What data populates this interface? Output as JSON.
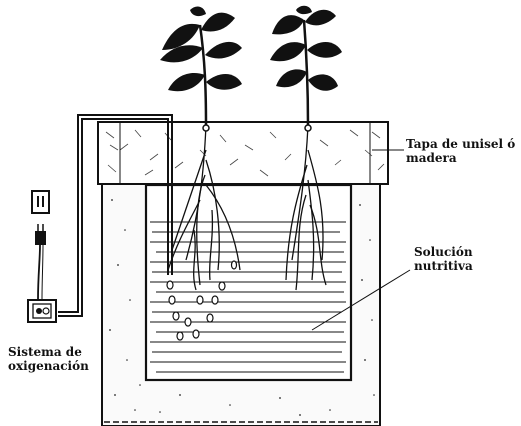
{
  "labels": {
    "lid_line1": "Tapa de unisel ó",
    "lid_line2": "madera",
    "solution_line1": "Solución",
    "solution_line2": "nutritiva",
    "oxygen_line1": "Sistema de",
    "oxygen_line2": "oxigenación"
  },
  "colors": {
    "ink": "#111111",
    "paper": "#ffffff"
  },
  "icons": {
    "outlet": "wall-outlet-icon",
    "plug": "electric-plug-icon",
    "pump": "air-pump-icon",
    "plant": "plant-icon"
  }
}
